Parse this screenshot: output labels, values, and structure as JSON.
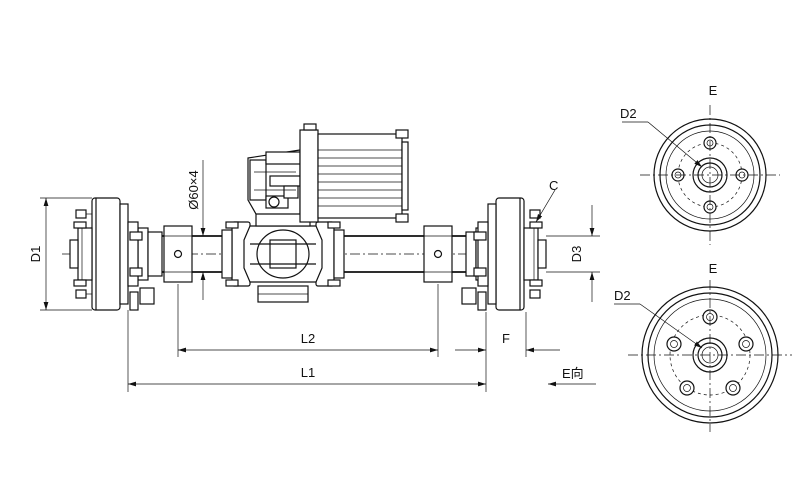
{
  "labels": {
    "d1": "D1",
    "d3": "D3",
    "l1": "L1",
    "l2": "L2",
    "f": "F",
    "c": "C",
    "e_view_dir": "E向",
    "bolt_spec": "Ø60×4",
    "e_top": "E",
    "e_bottom": "E",
    "d2_top": "D2",
    "d2_bottom": "D2"
  }
}
